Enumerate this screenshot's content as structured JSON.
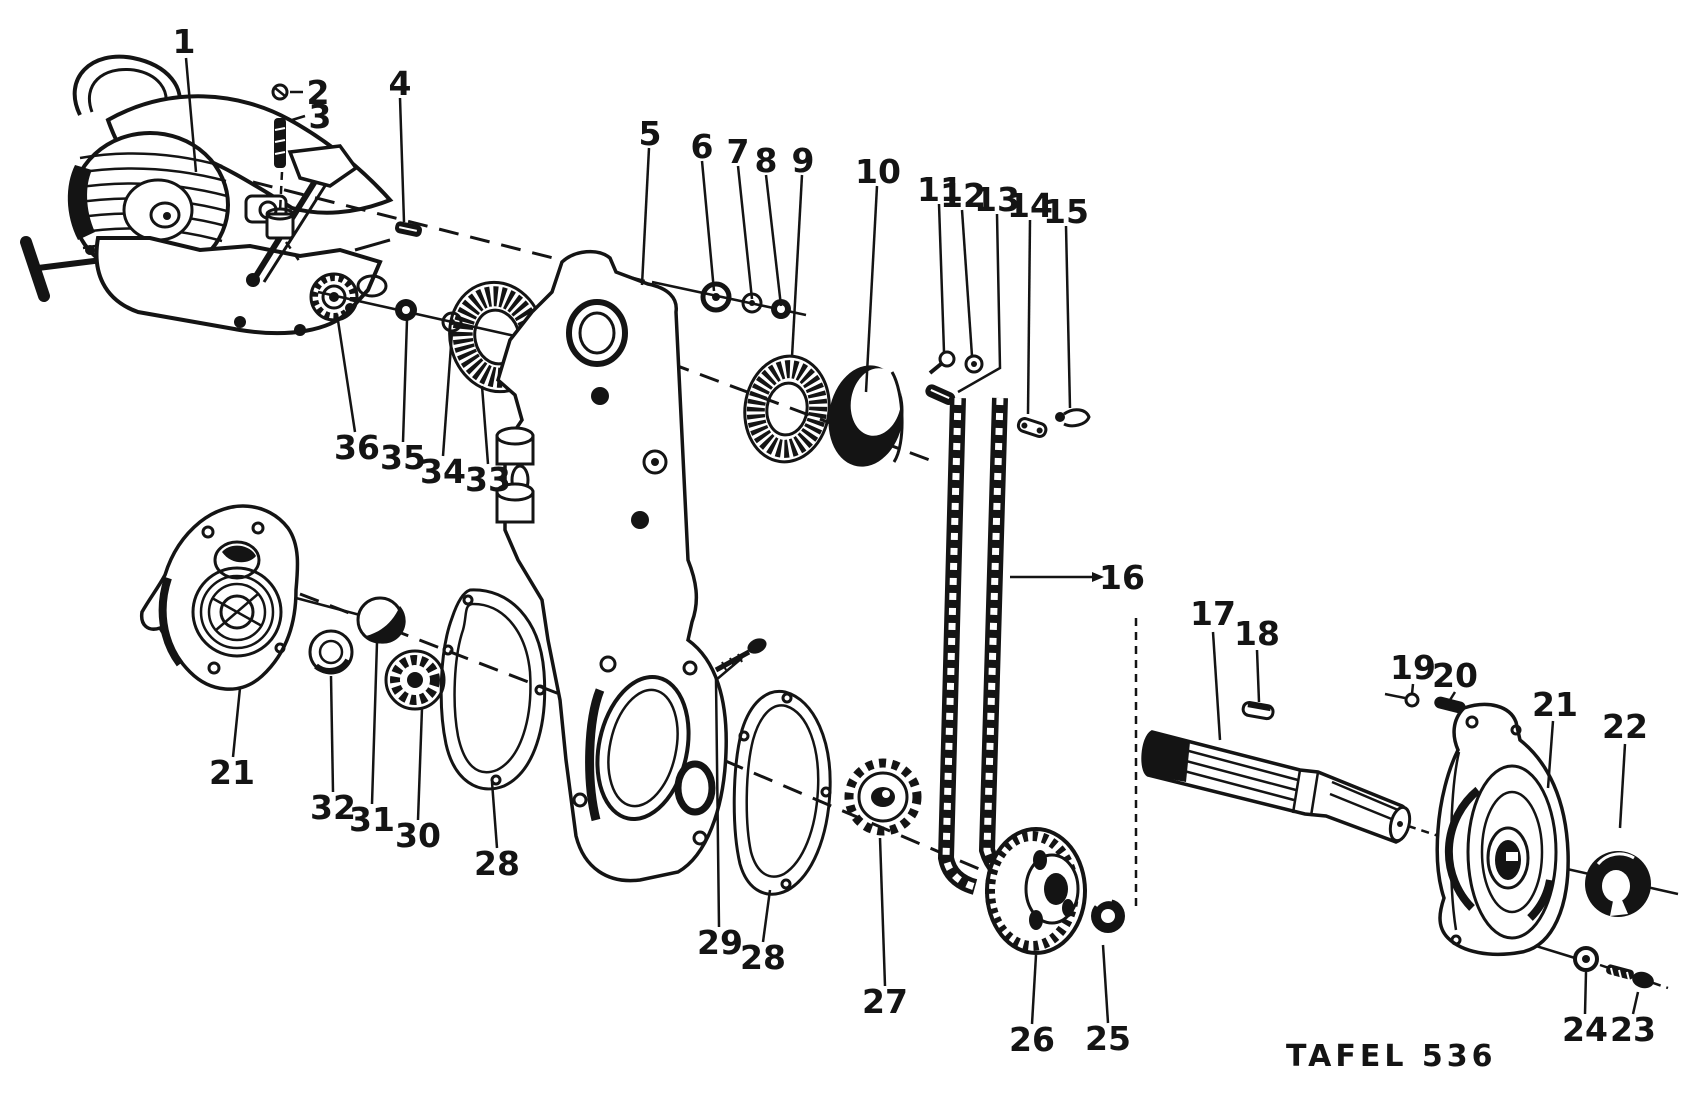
{
  "diagram": {
    "caption": "TAFEL 536",
    "callouts": [
      "1",
      "2",
      "3",
      "4",
      "5",
      "6",
      "7",
      "8",
      "9",
      "10",
      "11",
      "12",
      "13",
      "14",
      "15",
      "16",
      "17",
      "18",
      "19",
      "20",
      "21",
      "22",
      "23",
      "24",
      "25",
      "26",
      "27",
      "28",
      "29",
      "28",
      "30",
      "31",
      "32",
      "21",
      "33",
      "34",
      "35",
      "36"
    ]
  }
}
